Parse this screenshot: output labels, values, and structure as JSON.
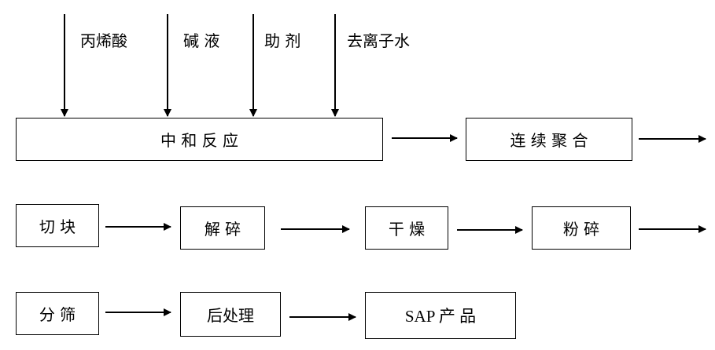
{
  "inputs": [
    "丙烯酸",
    "碱 液",
    "助 剂",
    "去离子水"
  ],
  "steps": {
    "neutralization": "中 和 反 应",
    "polymerization": "连 续 聚 合",
    "cutting": "切 块",
    "crushing": "解 碎",
    "drying": "干 燥",
    "milling": "粉 碎",
    "screening": "分 筛",
    "post_treatment": "后处理",
    "product": "SAP 产 品"
  }
}
